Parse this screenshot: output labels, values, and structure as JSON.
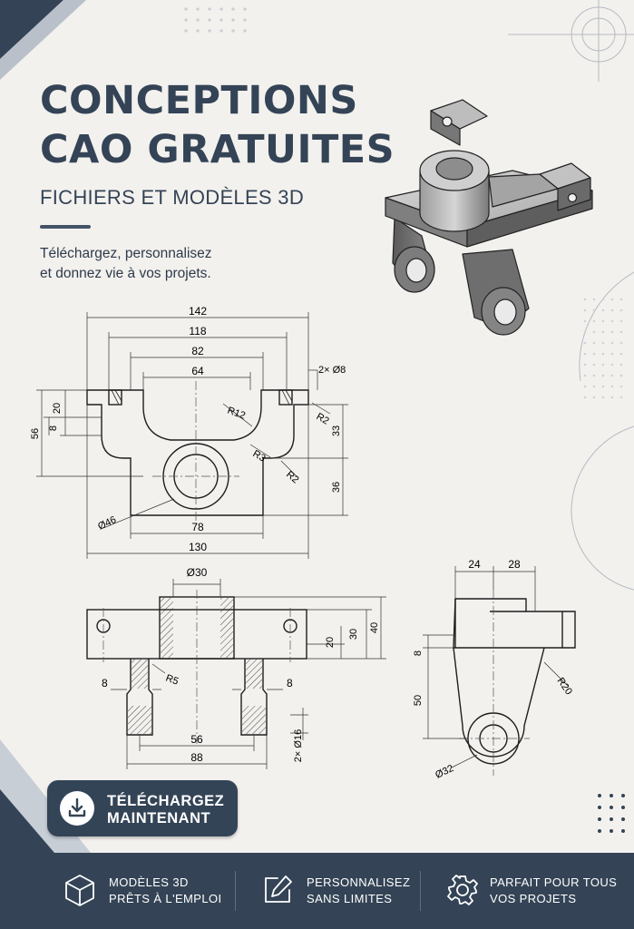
{
  "header": {
    "title_line1": "CONCEPTIONS",
    "title_line2": "CAO GRATUITES",
    "subtitle": "FICHIERS ET MODÈLES 3D",
    "tagline_line1": "Téléchargez, personnalisez",
    "tagline_line2": "et donnez vie à vos projets."
  },
  "drawing_front": {
    "dims": {
      "d142": "142",
      "d118": "118",
      "d82": "82",
      "d64": "64",
      "holes": "2× Ø8",
      "d56": "56",
      "d20": "20",
      "d8": "8",
      "r12": "R12",
      "r2a": "R2",
      "r3": "R3",
      "r2b": "R2",
      "d33": "33",
      "d36": "36",
      "d46": "Ø46",
      "d78": "78",
      "d130": "130"
    }
  },
  "drawing_section": {
    "dims": {
      "d30": "Ø30",
      "d20": "20",
      "d30b": "30",
      "d40": "40",
      "d8a": "8",
      "d8b": "8",
      "r5": "R5",
      "d56": "56",
      "d88": "88",
      "d16": "2× Ø16"
    }
  },
  "drawing_side": {
    "dims": {
      "d24": "24",
      "d28": "28",
      "d8": "8",
      "d50": "50",
      "r20": "R20",
      "d32": "Ø32"
    }
  },
  "download_button": {
    "line1": "TÉLÉCHARGEZ",
    "line2": "MAINTENANT",
    "icon": "download-icon"
  },
  "footer": {
    "features": [
      {
        "line1": "MODÈLES 3D",
        "line2": "PRÊTS À L'EMPLOI",
        "icon": "cube-icon"
      },
      {
        "line1": "PERSONNALISEZ",
        "line2": "SANS LIMITES",
        "icon": "edit-icon"
      },
      {
        "line1": "PARFAIT POUR TOUS",
        "line2": "VOS PROJETS",
        "icon": "gear-icon"
      }
    ]
  },
  "colors": {
    "background": "#f3f1ee",
    "navy": "#344456",
    "line": "#1e1e1e"
  }
}
